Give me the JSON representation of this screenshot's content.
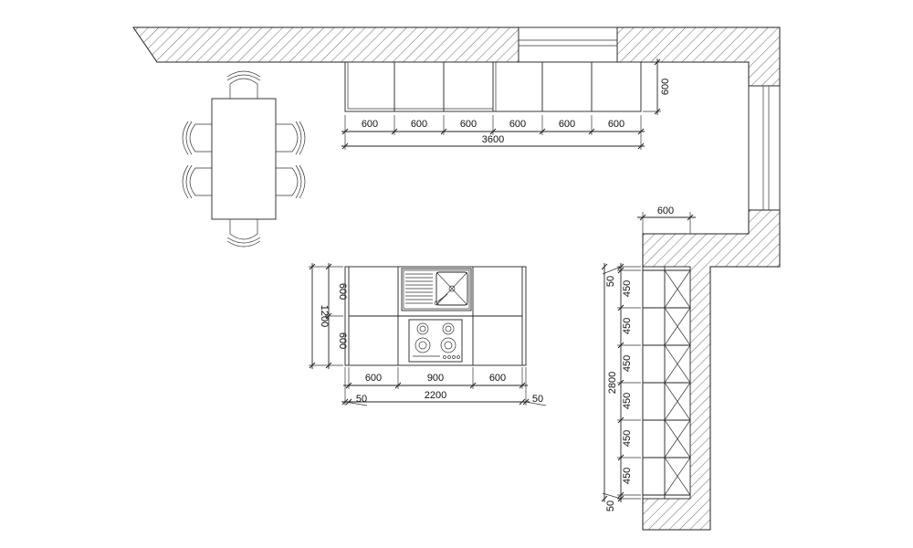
{
  "drawing": {
    "stroke_color": "#222222",
    "hatch_color": "#444444",
    "background": "#ffffff"
  },
  "dimensions": {
    "wall_run": {
      "units": [
        "600",
        "600",
        "600",
        "600",
        "600",
        "600"
      ],
      "total": "3600",
      "depth": "600"
    },
    "return_wall_depth": "600",
    "island": {
      "widths": [
        "600",
        "900",
        "600"
      ],
      "total": "2200",
      "overhang_left": "50",
      "overhang_right": "50",
      "depths": [
        "600",
        "600"
      ],
      "depth_total": "1200"
    },
    "tall_unit": {
      "modules": [
        "450",
        "450",
        "450",
        "450",
        "450",
        "450"
      ],
      "end_top": "50",
      "end_bottom": "50",
      "total": "2800"
    }
  }
}
